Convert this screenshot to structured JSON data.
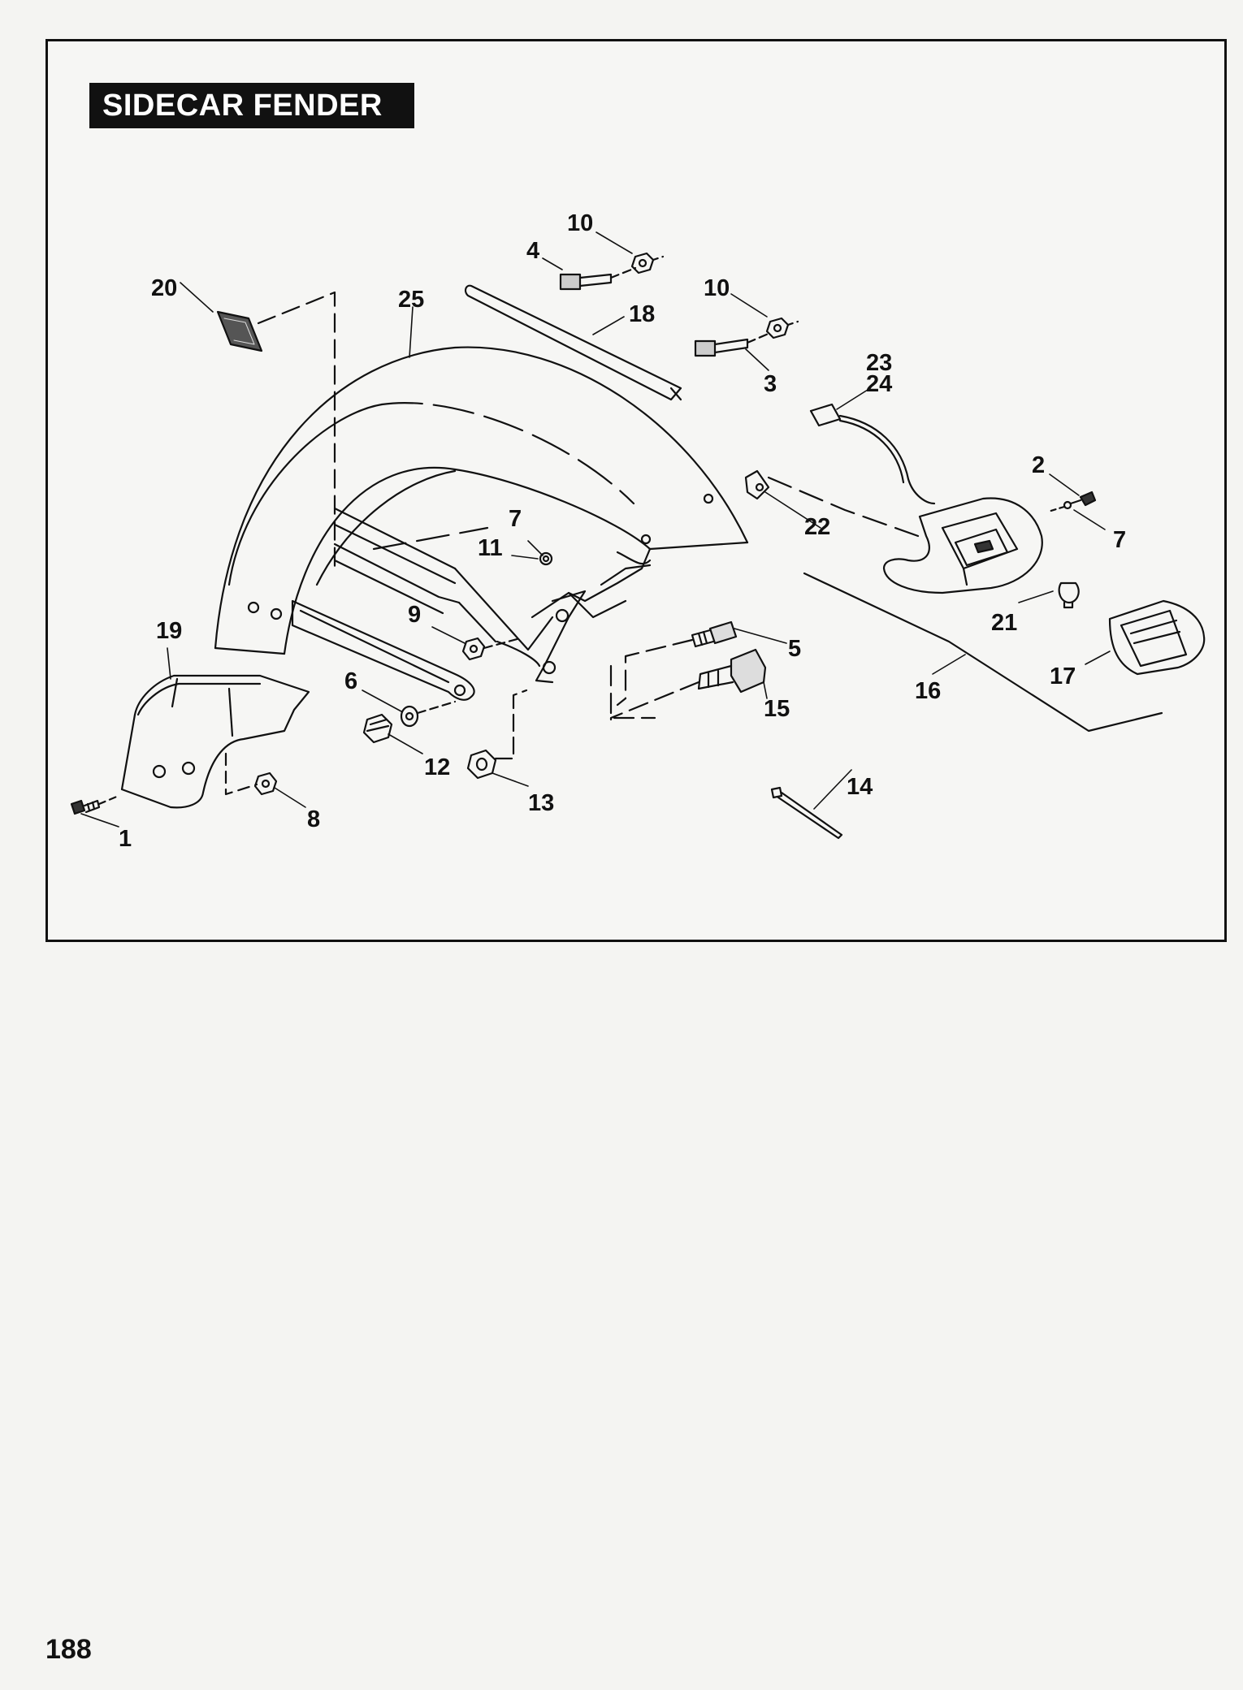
{
  "diagram": {
    "title": "SIDECAR FENDER",
    "callouts": [
      "10",
      "4",
      "20",
      "25",
      "18",
      "10",
      "3",
      "23",
      "24",
      "2",
      "7",
      "22",
      "7",
      "11",
      "9",
      "5",
      "19",
      "6",
      "15",
      "16",
      "17",
      "21",
      "12",
      "13",
      "14",
      "8",
      "1"
    ]
  },
  "page": {
    "number": "188"
  },
  "colors": {
    "ink": "#111111",
    "paper": "#f4f4f2",
    "title_bg": "#111111",
    "title_text": "#ffffff"
  }
}
